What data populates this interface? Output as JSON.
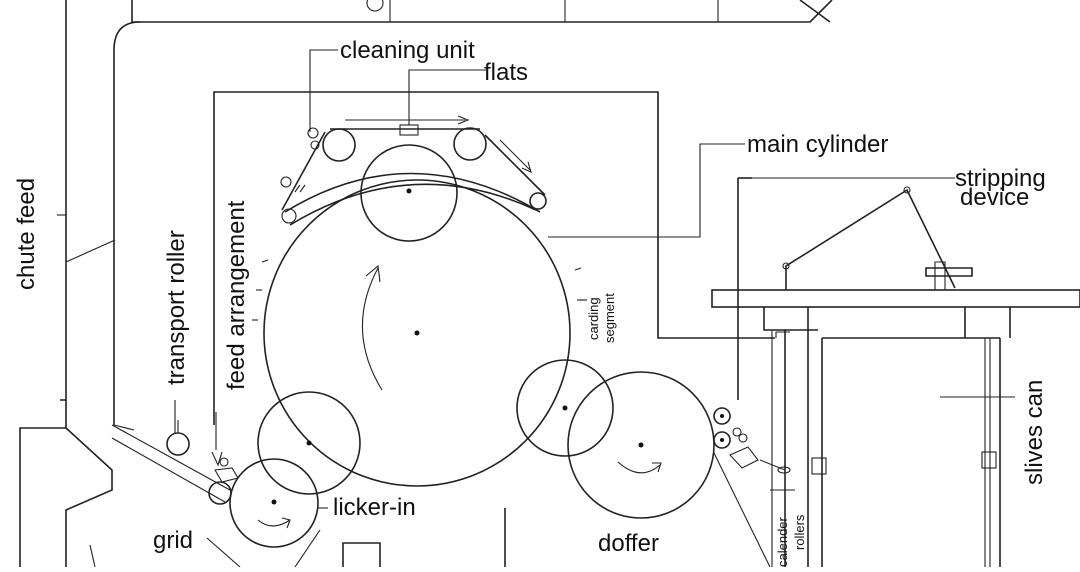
{
  "diagram": {
    "labels": {
      "cleaning_unit": "cleaning unit",
      "flats": "flats",
      "main_cylinder": "main cylinder",
      "stripping_line1": "stripping",
      "stripping_line2": "device",
      "chute_feed": "chute feed",
      "transport_roller": "transport roller",
      "feed_arrangement": "feed arrangement",
      "carding_line1": "carding",
      "carding_line2": "segment",
      "slives_can": "slives can",
      "licker_in": "licker-in",
      "grid": "grid",
      "doffer": "doffer",
      "calender_line1": "calender",
      "calender_line2": "rollers"
    }
  }
}
